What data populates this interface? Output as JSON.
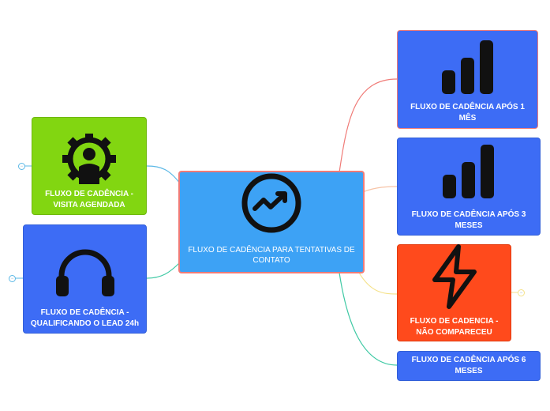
{
  "central": {
    "label": "FLUXO DE CADÊNCIA PARA TENTATIVAS DE CONTATO",
    "icon": "trend-up-icon"
  },
  "left_nodes": [
    {
      "label": "FLUXO DE CADÊNCIA - VISITA AGENDADA",
      "icon": "user-gear-icon"
    },
    {
      "label": "FLUXO DE CADÊNCIA - QUALIFICANDO O LEAD 24h",
      "icon": "headphones-icon"
    }
  ],
  "right_nodes": [
    {
      "label": "FLUXO DE CADÊNCIA APÓS 1 MÊS",
      "icon": "signal-bars-icon"
    },
    {
      "label": "FLUXO DE CADÊNCIA APÓS 3 MESES",
      "icon": "signal-bars-icon"
    },
    {
      "label": "FLUXO DE CADENCIA - NÃO COMPARECEU",
      "icon": "lightning-icon"
    },
    {
      "label": "FLUXO DE CADÊNCIA APÓS 6 MESES"
    }
  ],
  "colors": {
    "central_fill": "#3da2f5",
    "blue_fill": "#3d6cf5",
    "green_fill": "#82d611",
    "orange_fill": "#ff4a1c",
    "link_red": "#f07b77",
    "link_peach": "#f7c4a8",
    "link_yellow": "#f5e28a",
    "link_teal": "#3ec9a4",
    "link_blue": "#5bb8e6"
  }
}
